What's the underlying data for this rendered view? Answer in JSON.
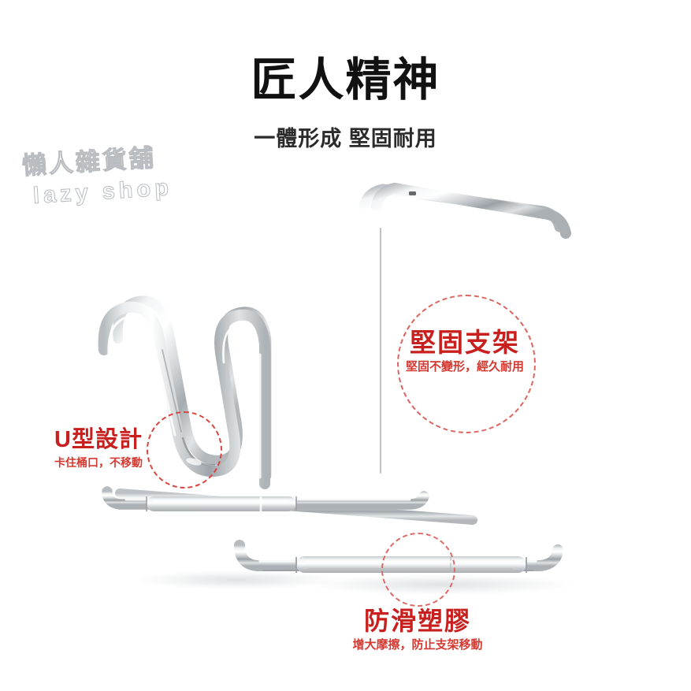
{
  "header": {
    "title": "匠人精神",
    "subtitle": "一體形成 堅固耐用"
  },
  "watermark": {
    "chinese": "懶人雜貨舖",
    "english": "lazy shop"
  },
  "annotations": [
    {
      "id": "u-design",
      "title": "U型設計",
      "description": "卡住桶口，不移動"
    },
    {
      "id": "sturdy-bracket",
      "title": "堅固支架",
      "description": "堅固不變形，經久耐用"
    },
    {
      "id": "anti-slip-plastic",
      "title": "防滑塑膠",
      "description": "增大摩擦，防止支架移動"
    }
  ],
  "product": {
    "name": "chrome-wire-bucket-rack",
    "material": "chrome-plated-steel-tube"
  },
  "colors": {
    "background": "#ffffff",
    "title_text": "#111111",
    "subtitle_text": "#2b2b2b",
    "accent_red": "#c8201e",
    "accent_red_light": "#d43a32",
    "dashed_circle": "#d9443f",
    "watermark_stroke": "#b9bcc0",
    "chrome_light": "#ffffff",
    "chrome_mid": "#d6d9dc",
    "chrome_dark": "#8d9296"
  }
}
